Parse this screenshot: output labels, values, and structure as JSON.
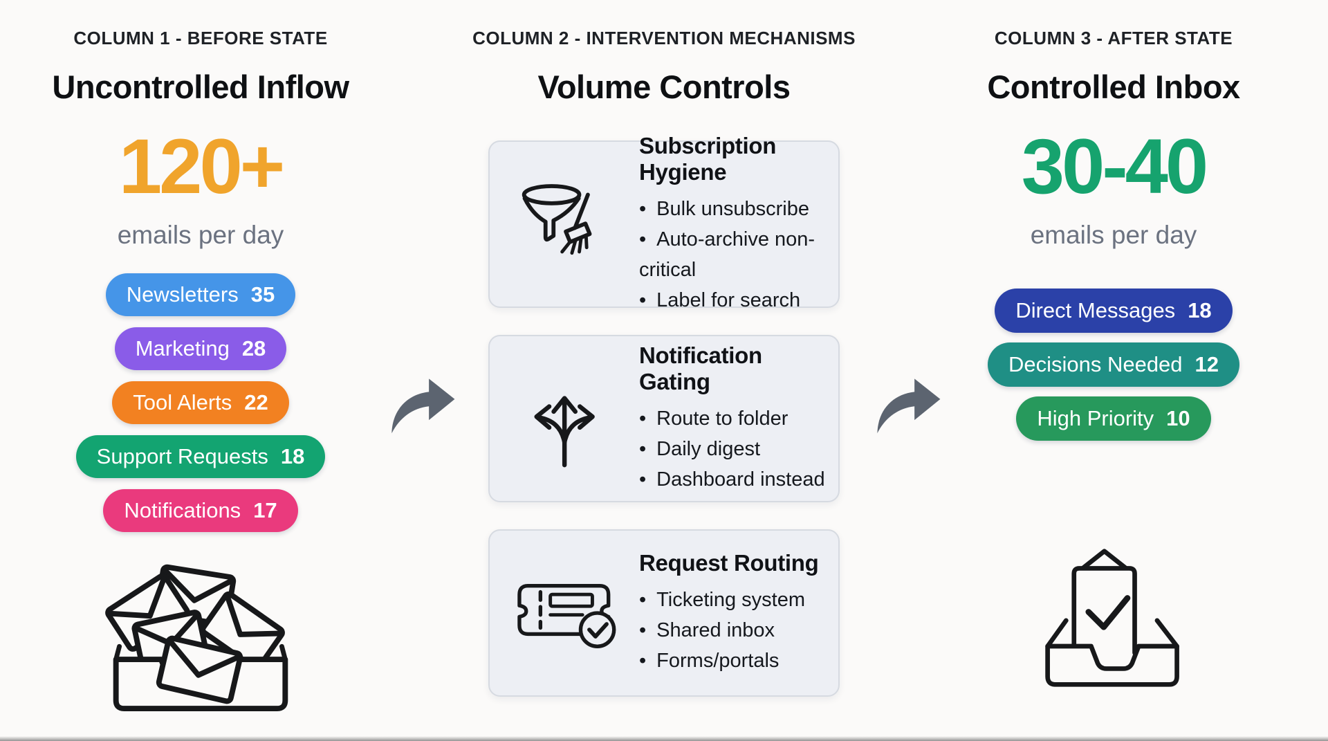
{
  "page": {
    "background": "#fbfaf9",
    "card_background": "#edeff4",
    "card_border": "#d6dae1",
    "arrow_color": "#5c6470",
    "icon_stroke": "#17181a"
  },
  "columns": [
    {
      "kicker": "COLUMN 1 - BEFORE STATE",
      "title": "Uncontrolled Inflow",
      "metric": {
        "value": "120+",
        "unit": "emails per day",
        "color": "#f0a42c"
      },
      "pills": [
        {
          "label": "Newsletters",
          "count": "35",
          "color": "#4595e8"
        },
        {
          "label": "Marketing",
          "count": "28",
          "color": "#8a5ce8"
        },
        {
          "label": "Tool Alerts",
          "count": "22",
          "color": "#f28121"
        },
        {
          "label": "Support Requests",
          "count": "18",
          "color": "#13a471"
        },
        {
          "label": "Notifications",
          "count": "17",
          "color": "#ea3a7d"
        }
      ],
      "icon": "overflowing-inbox-icon"
    },
    {
      "kicker": "COLUMN 2 - INTERVENTION MECHANISMS",
      "title": "Volume Controls",
      "cards": [
        {
          "icon": "funnel-broom-icon",
          "title": "Subscription Hygiene",
          "bullets": [
            "Bulk unsubscribe",
            "Auto-archive non-critical",
            "Label for search"
          ]
        },
        {
          "icon": "split-arrows-icon",
          "title": "Notification Gating",
          "bullets": [
            "Route to folder",
            "Daily digest",
            "Dashboard instead"
          ]
        },
        {
          "icon": "ticket-check-icon",
          "title": "Request Routing",
          "bullets": [
            "Ticketing system",
            "Shared inbox",
            "Forms/portals"
          ]
        }
      ]
    },
    {
      "kicker": "COLUMN 3 - AFTER STATE",
      "title": "Controlled Inbox",
      "metric": {
        "value": "30-40",
        "unit": "emails per day",
        "color": "#16a36e"
      },
      "pills": [
        {
          "label": "Direct Messages",
          "count": "18",
          "color": "#2b41a8"
        },
        {
          "label": "Decisions Needed",
          "count": "12",
          "color": "#1f8f85"
        },
        {
          "label": "High Priority",
          "count": "10",
          "color": "#27995c"
        }
      ],
      "icon": "clean-inbox-icon"
    }
  ]
}
